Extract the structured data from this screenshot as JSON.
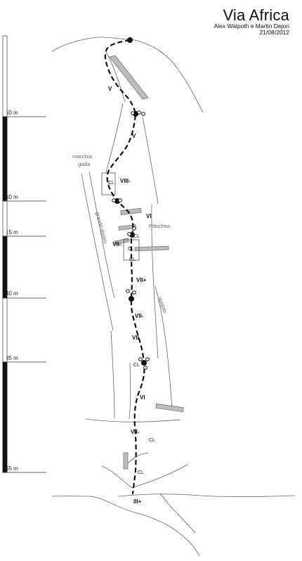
{
  "header": {
    "title": "Via Africa",
    "subtitle": "Alex Walpoth e Martin Dejori",
    "date": "21/08/2012"
  },
  "scale": {
    "labels": [
      "50 m",
      "50 m",
      "15 m",
      "40 m",
      "35 m",
      "55 m"
    ]
  },
  "grades": [
    "V",
    "V",
    "VIII-",
    "VI",
    "VII-",
    "VII+",
    "VII-",
    "VII",
    "VI",
    "VII-",
    "III+"
  ],
  "cl_marks": [
    "CL",
    "CL",
    "CL",
    "CL",
    "CL",
    "CL",
    "CL"
  ],
  "features": {
    "macchia_gialla_1": "macchia",
    "macchia_gialla_2": "gialla",
    "grande_diedro": "grande diedro",
    "plitschka": "Plitschka",
    "spigolo": "spigolo"
  }
}
